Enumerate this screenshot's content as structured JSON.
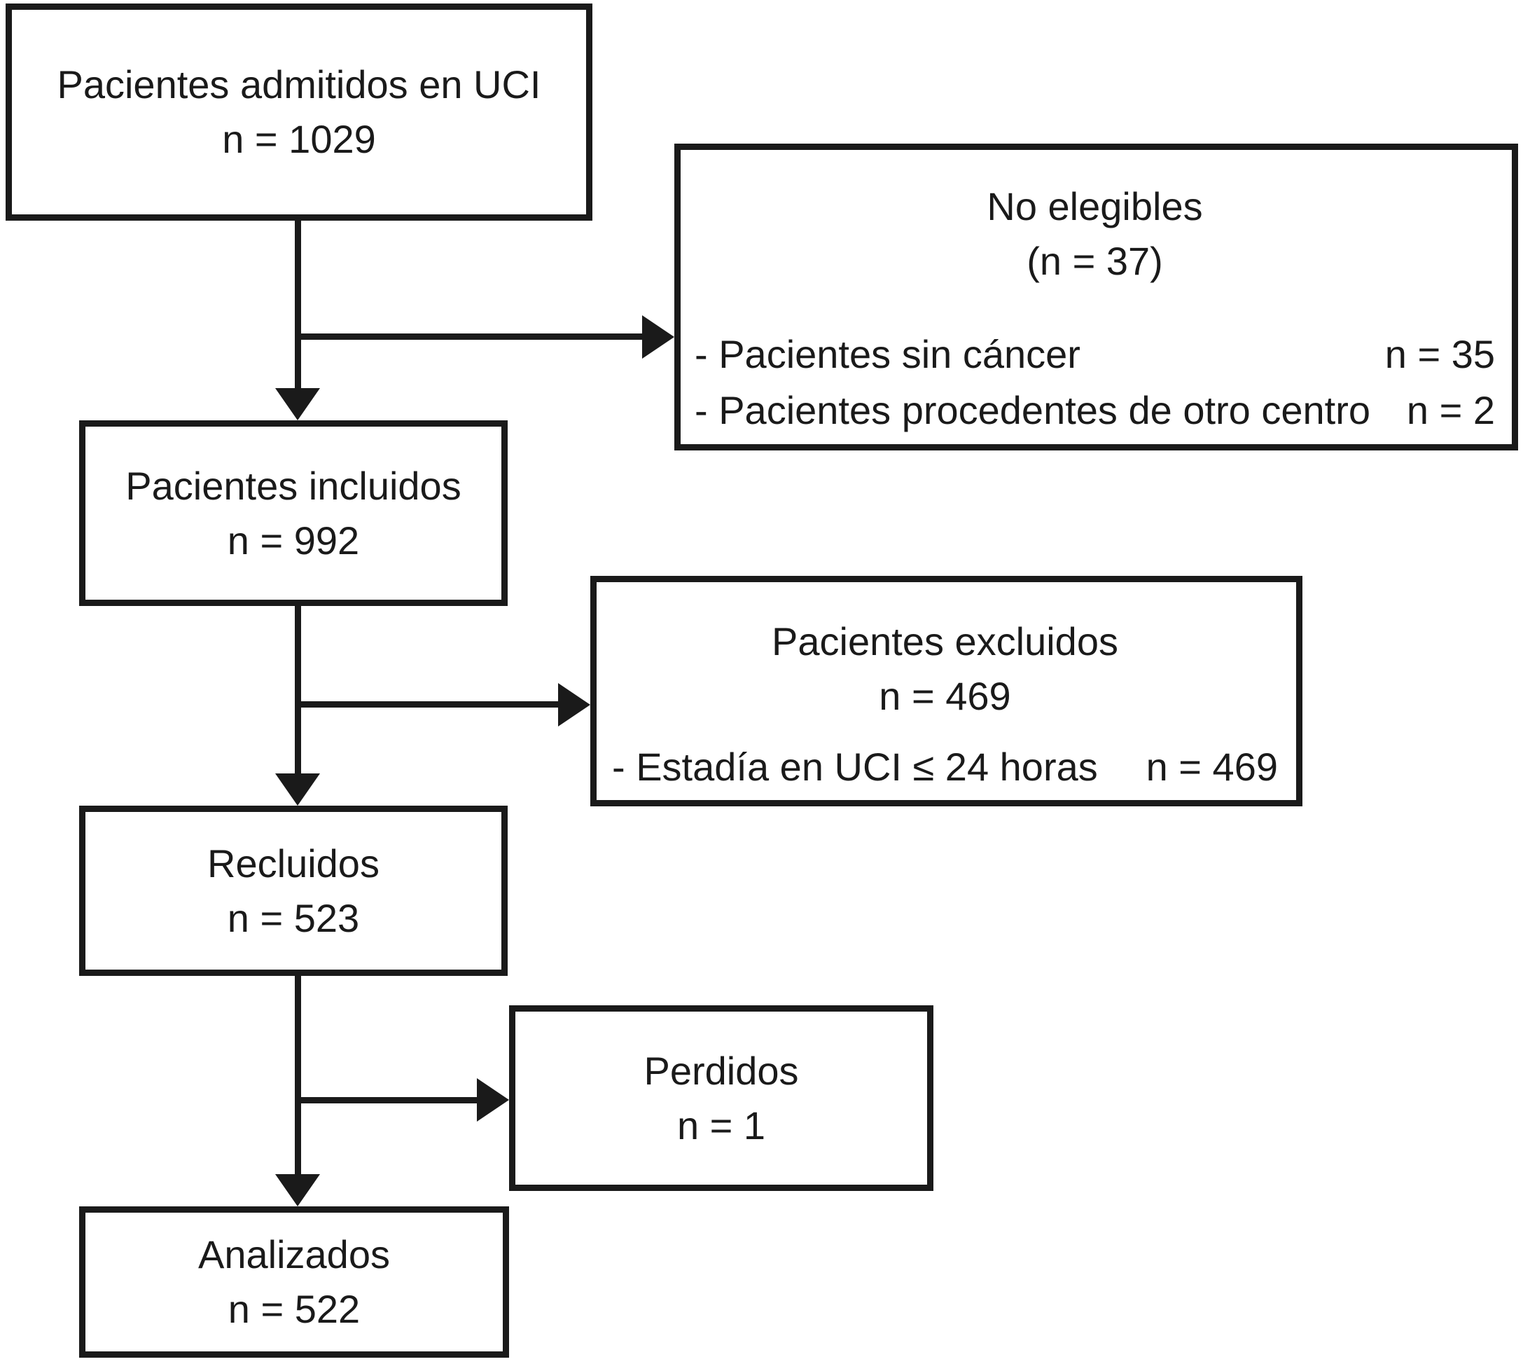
{
  "colors": {
    "line": "#1a1a1a",
    "background": "#ffffff"
  },
  "flow": {
    "admitted": {
      "line1": "Pacientes admitidos en UCI",
      "line2": "n = 1029"
    },
    "not_eligible": {
      "title": "No elegibles",
      "subtitle": "(n = 37)",
      "item1_label": "- Pacientes sin cáncer",
      "item1_count": "n = 35",
      "item2_label": "- Pacientes procedentes de otro centro",
      "item2_count": "n = 2"
    },
    "included": {
      "line1": "Pacientes incluidos",
      "line2": "n = 992"
    },
    "excluded": {
      "title": "Pacientes excluidos",
      "subtitle": "n = 469",
      "item1_label": "- Estadía en UCI ≤ 24 horas",
      "item1_count": "n = 469"
    },
    "recruited": {
      "line1": "Recluidos",
      "line2": "n = 523"
    },
    "lost": {
      "line1": "Perdidos",
      "line2": "n = 1"
    },
    "analyzed": {
      "line1": "Analizados",
      "line2": "n = 522"
    }
  }
}
